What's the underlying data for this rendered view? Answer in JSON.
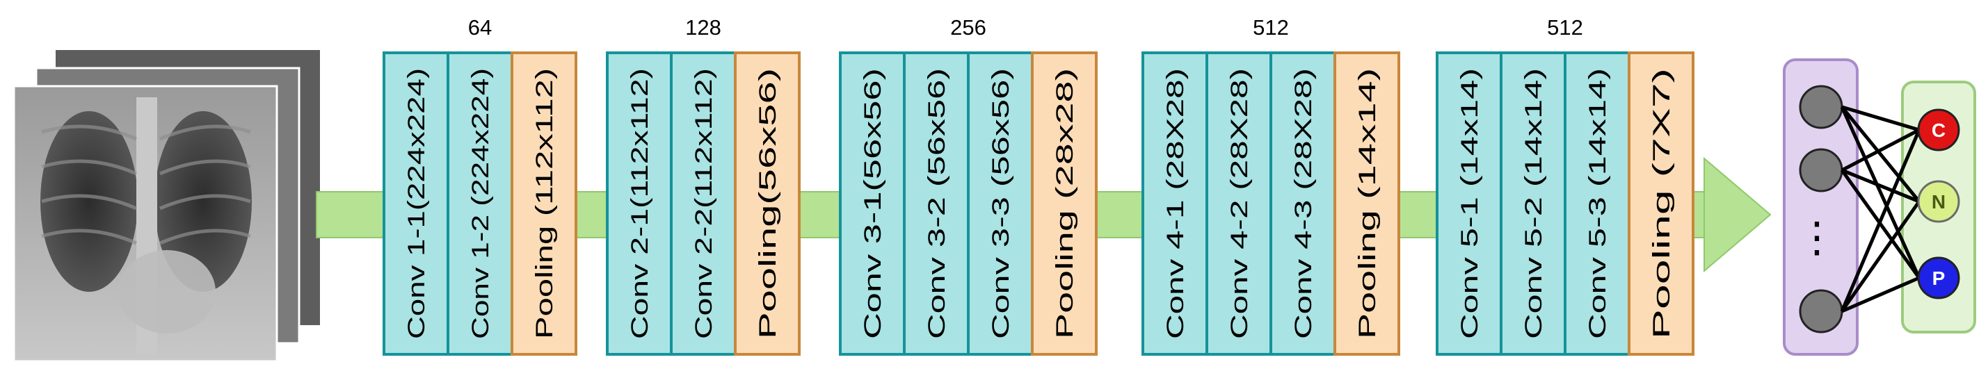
{
  "stages": [
    {
      "channels": "64",
      "blocks": [
        {
          "kind": "conv",
          "label": "Conv 1-1(224x224)"
        },
        {
          "kind": "conv",
          "label": "Conv 1-2 (224x224)"
        },
        {
          "kind": "pool",
          "label": "Pooling (112x112)"
        }
      ]
    },
    {
      "channels": "128",
      "blocks": [
        {
          "kind": "conv",
          "label": "Conv 2-1(112x112)"
        },
        {
          "kind": "conv",
          "label": "Conv 2-2(112x112)"
        },
        {
          "kind": "pool",
          "label": "Pooling(56x56)"
        }
      ]
    },
    {
      "channels": "256",
      "blocks": [
        {
          "kind": "conv",
          "label": "Conv 3-1(56x56)"
        },
        {
          "kind": "conv",
          "label": "Conv 3-2 (56x56)"
        },
        {
          "kind": "conv",
          "label": "Conv 3-3 (56x56)"
        },
        {
          "kind": "pool",
          "label": "Pooling (28x28)"
        }
      ]
    },
    {
      "channels": "512",
      "blocks": [
        {
          "kind": "conv",
          "label": "Conv 4-1 (28X28)"
        },
        {
          "kind": "conv",
          "label": "Conv 4-2 (28X28)"
        },
        {
          "kind": "conv",
          "label": "Conv 4-3 (28X28)"
        },
        {
          "kind": "pool",
          "label": "Pooling (14x14)"
        }
      ]
    },
    {
      "channels": "512",
      "blocks": [
        {
          "kind": "conv",
          "label": "Conv 5-1 (14x14)"
        },
        {
          "kind": "conv",
          "label": "Conv 5-2 (14x14)"
        },
        {
          "kind": "conv",
          "label": "Conv 5-3 (14x14)"
        },
        {
          "kind": "pool",
          "label": "Pooling (7X7)"
        }
      ]
    }
  ],
  "hidden_layer": {
    "ellipsis": "⋮"
  },
  "outputs": [
    {
      "letter": "C",
      "color": "#e01414"
    },
    {
      "letter": "N",
      "color": "#d9ef8a"
    },
    {
      "letter": "P",
      "color": "#1e22e6"
    }
  ],
  "colors": {
    "conv_fill": "#a9e3e3",
    "conv_stroke": "#15939a",
    "pool_fill": "#fcdcb6",
    "pool_stroke": "#c8873c",
    "arrow_fill": "#b6e294",
    "arrow_stroke": "#8fc96b",
    "hidden_fill": "#e1d3ef",
    "hidden_stroke": "#a98cc9",
    "output_fill": "#e3f4d6",
    "output_stroke": "#9ccc7e",
    "node_fill": "#7b7b7b"
  }
}
